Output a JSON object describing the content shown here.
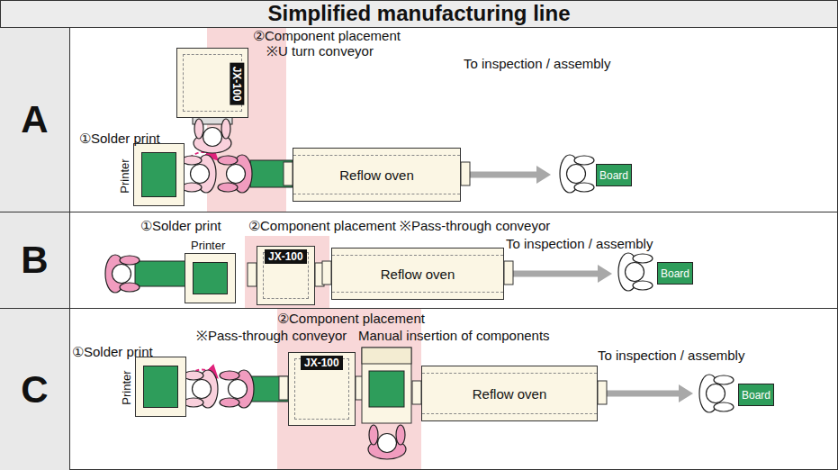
{
  "diagram": {
    "title": "Simplified manufacturing line",
    "nodes": [
      {
        "text": [
          "A"
        ]
      },
      {
        "text": [
          "JX-100"
        ],
        "in": 0
      },
      {
        "text": [
          "Printer"
        ],
        "in": 0
      },
      {
        "text": [
          "Reflow oven"
        ],
        "in": 0
      },
      {
        "text": [
          "Board"
        ],
        "in": 0
      },
      {
        "text": [
          "B"
        ]
      },
      {
        "text": [
          "Printer"
        ],
        "in": 5
      },
      {
        "text": [
          "JX-100"
        ],
        "in": 5
      },
      {
        "text": [
          "Reflow oven"
        ],
        "in": 5
      },
      {
        "text": [
          "Board"
        ],
        "in": 5
      },
      {
        "text": [
          "C"
        ]
      },
      {
        "text": [
          "Printer"
        ],
        "in": 10
      },
      {
        "text": [
          "JX-100"
        ],
        "in": 10
      },
      {
        "text": [
          "Reflow oven"
        ],
        "in": 10
      },
      {
        "text": [
          "Board"
        ],
        "in": 10
      }
    ],
    "edges": [
      {
        "from": 3,
        "to": 4,
        "arrow": "to",
        "label": "To inspection / assembly"
      },
      {
        "from": 8,
        "to": 9,
        "arrow": "to",
        "label": "To inspection / assembly"
      },
      {
        "from": 13,
        "to": 14,
        "arrow": "to",
        "label": "To inspection / assembly"
      }
    ],
    "labels": [
      "②Component placement",
      "※U turn conveyor",
      "①Solder print",
      "①Solder print",
      "②Component placement",
      "※Pass-through conveyor",
      "②Component placement",
      "※Pass-through conveyor",
      "Manual insertion of components",
      "①Solder print"
    ]
  }
}
